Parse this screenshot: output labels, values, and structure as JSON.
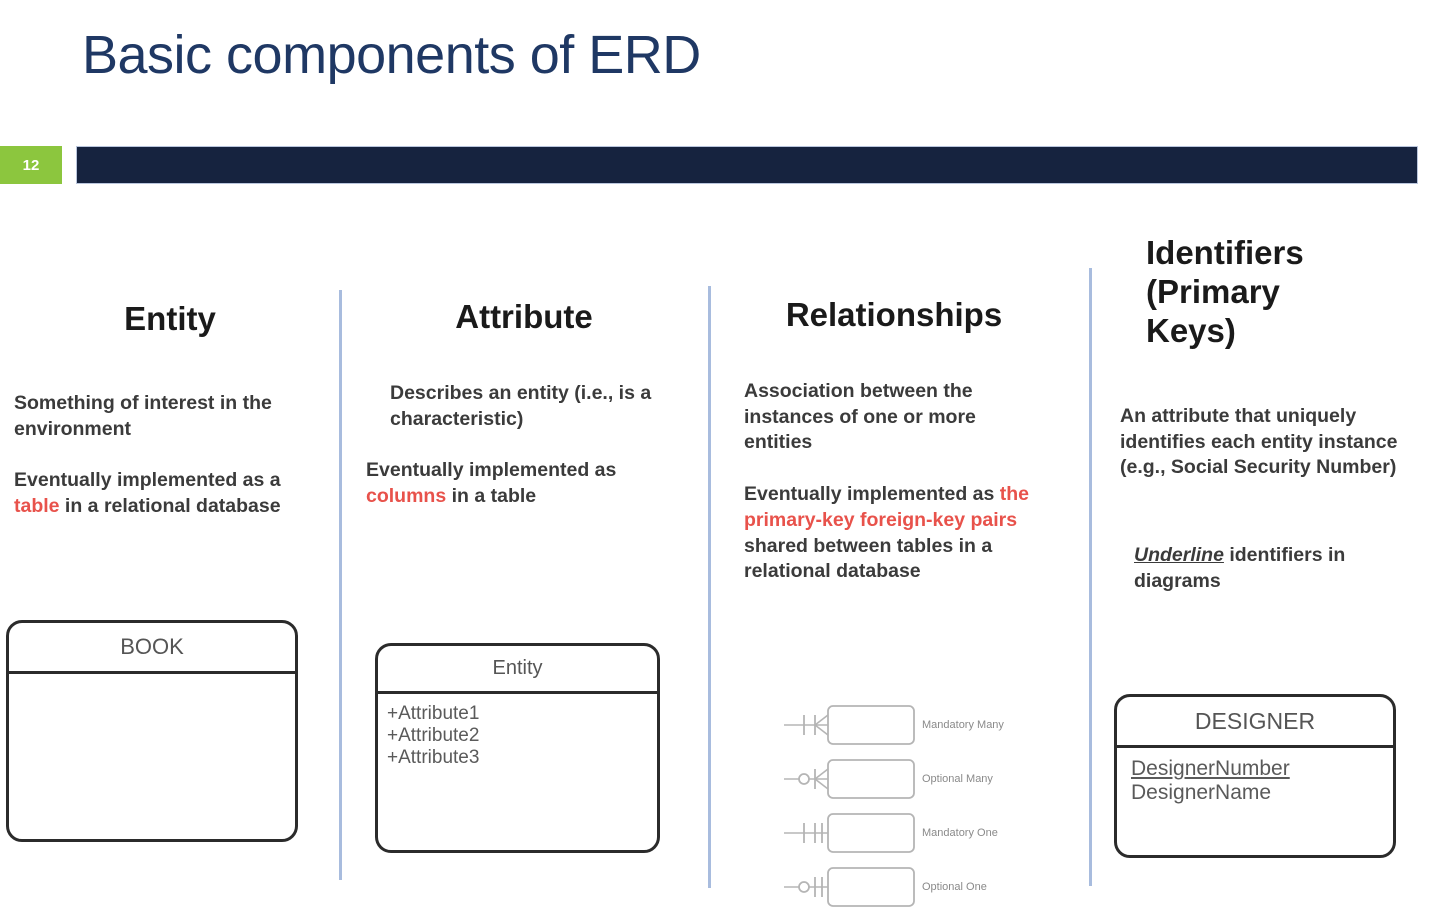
{
  "slide": {
    "title": "Basic components of ERD",
    "page_number": "12",
    "colors": {
      "title": "#1F3864",
      "badge": "#8CC63E",
      "header_bar": "#16233F",
      "divider": "#A8BCDE",
      "accent_red": "#E8524B"
    }
  },
  "columns": [
    {
      "heading": "Entity",
      "paragraphs": [
        {
          "parts": [
            {
              "text": "Something of interest in the environment",
              "accent": false
            }
          ]
        },
        {
          "parts": [
            {
              "text": "Eventually implemented as a ",
              "accent": false
            },
            {
              "text": "table",
              "accent": true
            },
            {
              "text": " in a relational database",
              "accent": false
            }
          ]
        }
      ],
      "diagram": {
        "type": "entity-box",
        "title": "BOOK",
        "attributes": []
      }
    },
    {
      "heading": "Attribute",
      "paragraphs": [
        {
          "parts": [
            {
              "text": "Describes an entity (i.e., is a characteristic)",
              "accent": false
            }
          ]
        },
        {
          "parts": [
            {
              "text": "Eventually implemented as ",
              "accent": false
            },
            {
              "text": "columns",
              "accent": true
            },
            {
              "text": " in a table",
              "accent": false
            }
          ]
        }
      ],
      "diagram": {
        "type": "entity-box",
        "title": "Entity",
        "attributes": [
          {
            "text": "+Attribute1",
            "key": false
          },
          {
            "text": "+Attribute2",
            "key": false
          },
          {
            "text": "+Attribute3",
            "key": false
          }
        ]
      }
    },
    {
      "heading": "Relationships",
      "paragraphs": [
        {
          "parts": [
            {
              "text": "Association between the instances of one or more entities",
              "accent": false
            }
          ]
        },
        {
          "parts": [
            {
              "text": "Eventually implemented as ",
              "accent": false
            },
            {
              "text": "the primary-key foreign-key pairs",
              "accent": true
            },
            {
              "text": " shared between tables in a relational database",
              "accent": false
            }
          ]
        }
      ],
      "diagram": {
        "type": "cardinality-legend",
        "rows": [
          {
            "label": "Mandatory Many",
            "near": "mandatory",
            "far": "many"
          },
          {
            "label": "Optional Many",
            "near": "optional",
            "far": "many"
          },
          {
            "label": "Mandatory One",
            "near": "mandatory",
            "far": "one"
          },
          {
            "label": "Optional One",
            "near": "optional",
            "far": "one"
          }
        ]
      }
    },
    {
      "heading": "Identifiers (Primary Keys)",
      "paragraphs": [
        {
          "parts": [
            {
              "text": "An attribute that uniquely identifies each entity instance (e.g., Social Security Number)",
              "accent": false
            }
          ]
        },
        {
          "parts": [
            {
              "text": "Underline",
              "accent": false,
              "underline_italic": true
            },
            {
              "text": " identifiers in diagrams",
              "accent": false
            }
          ]
        }
      ],
      "diagram": {
        "type": "entity-box",
        "title": "DESIGNER",
        "attributes": [
          {
            "text": "DesignerNumber",
            "key": true
          },
          {
            "text": "DesignerName",
            "key": false
          }
        ]
      }
    }
  ]
}
